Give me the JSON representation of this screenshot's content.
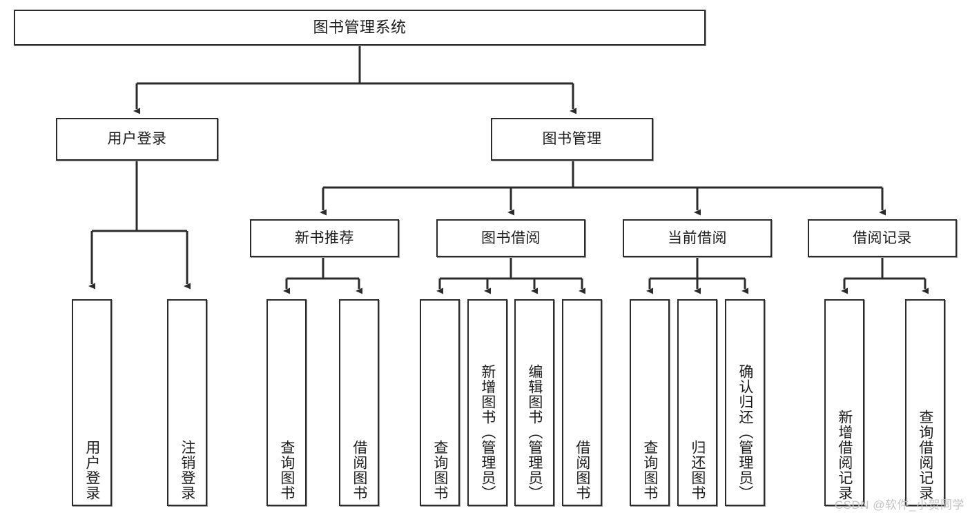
{
  "diagram": {
    "type": "tree",
    "title": "图书管理系统",
    "stroke_color": "#2b2b2b",
    "background_color": "#ffffff",
    "text_color": "#1b1b1b",
    "watermark_color": "#c3c3c3"
  },
  "nodes": {
    "root": {
      "label": "图书管理系统"
    },
    "tier2": [
      {
        "label": "用户登录"
      },
      {
        "label": "图书管理"
      }
    ],
    "tier3": [
      {
        "label": "新书推荐"
      },
      {
        "label": "图书借阅"
      },
      {
        "label": "当前借阅"
      },
      {
        "label": "借阅记录"
      }
    ],
    "leaves": {
      "user_login": [
        {
          "label": "用户登录"
        },
        {
          "label": "注销登录"
        }
      ],
      "new_book_recommend": [
        {
          "label": "查询图书"
        },
        {
          "label": "借阅图书"
        }
      ],
      "book_borrow": [
        {
          "label": "查询图书"
        },
        {
          "label": "新增图书（管理员）"
        },
        {
          "label": "编辑图书（管理员）"
        },
        {
          "label": "借阅图书"
        }
      ],
      "current_borrow": [
        {
          "label": "查询图书"
        },
        {
          "label": "归还图书"
        },
        {
          "label": "确认归还（管理员）"
        }
      ],
      "borrow_record": [
        {
          "label": "新增借阅记录"
        },
        {
          "label": "查询借阅记录"
        }
      ]
    }
  },
  "watermark": {
    "text": "CSDN @软件_小贺同学"
  }
}
